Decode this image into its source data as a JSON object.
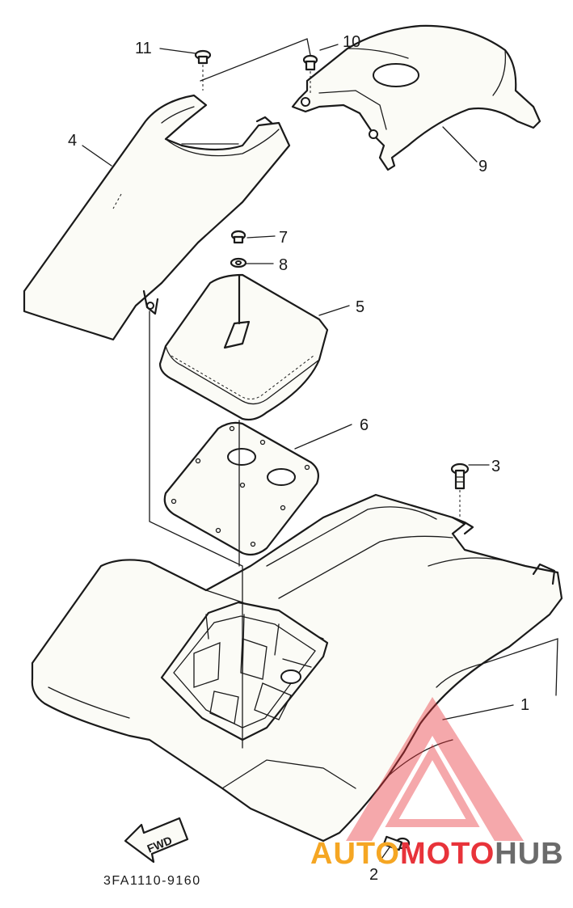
{
  "diagram": {
    "callouts": [
      {
        "id": "1",
        "label": "1"
      },
      {
        "id": "2",
        "label": "2"
      },
      {
        "id": "3",
        "label": "3"
      },
      {
        "id": "4",
        "label": "4"
      },
      {
        "id": "5",
        "label": "5"
      },
      {
        "id": "6",
        "label": "6"
      },
      {
        "id": "7",
        "label": "7"
      },
      {
        "id": "8",
        "label": "8"
      },
      {
        "id": "9",
        "label": "9"
      },
      {
        "id": "10",
        "label": "10"
      },
      {
        "id": "11",
        "label": "11"
      }
    ],
    "direction_label": "FWD",
    "diagram_code": "3FA1110-9160"
  },
  "watermark": {
    "part1": "AUTO",
    "part2": "MOTO",
    "part3": "HUB",
    "colors": {
      "red": "#e8333a",
      "orange": "#f5a623",
      "gray": "#6b6b6b"
    }
  }
}
